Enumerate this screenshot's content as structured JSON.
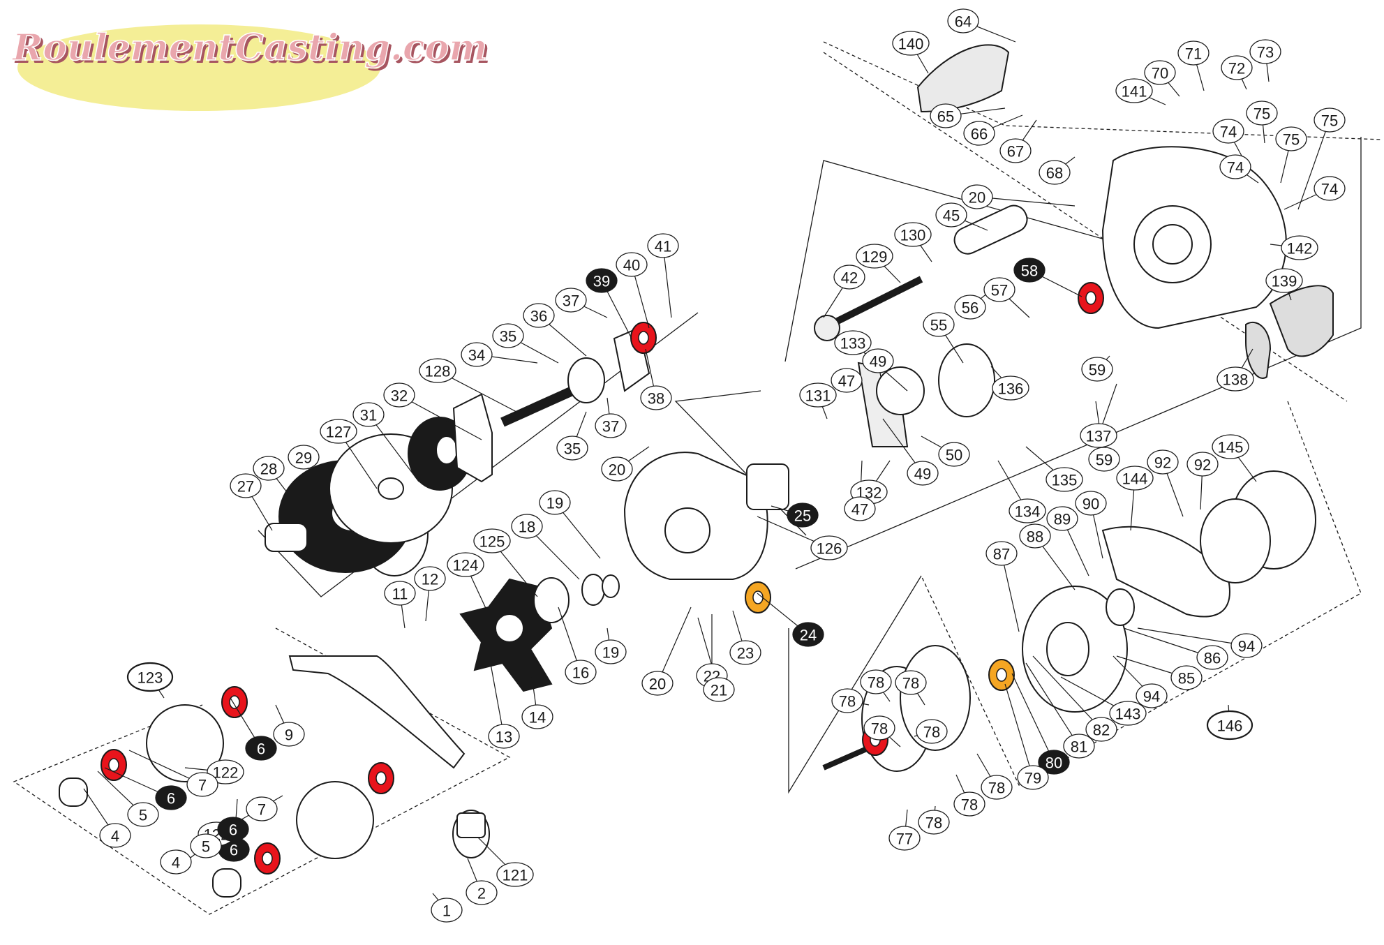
{
  "logo": {
    "text": "RoulementCasting.com",
    "fill_color": "#f4ee96",
    "text_color": "#e9a6ad",
    "shadow_color": "#a75560"
  },
  "colors": {
    "line": "#1a1a1a",
    "bearing_red": "#e8141c",
    "bearing_orange": "#f5a623",
    "highlight_bubble": "#1a1a1a",
    "bubble_fill": "#ffffff"
  },
  "callouts": [
    {
      "text": "64",
      "style": "normal"
    },
    {
      "text": "140",
      "style": "normal"
    },
    {
      "text": "71",
      "style": "normal"
    },
    {
      "text": "73",
      "style": "normal"
    },
    {
      "text": "70",
      "style": "normal"
    },
    {
      "text": "72",
      "style": "normal"
    },
    {
      "text": "141",
      "style": "normal"
    },
    {
      "text": "65",
      "style": "normal"
    },
    {
      "text": "66",
      "style": "normal"
    },
    {
      "text": "67",
      "style": "normal"
    },
    {
      "text": "68",
      "style": "normal"
    },
    {
      "text": "74",
      "style": "normal"
    },
    {
      "text": "75",
      "style": "normal"
    },
    {
      "text": "74",
      "style": "normal"
    },
    {
      "text": "75",
      "style": "normal"
    },
    {
      "text": "75",
      "style": "normal"
    },
    {
      "text": "74",
      "style": "normal"
    },
    {
      "text": "142",
      "style": "normal"
    },
    {
      "text": "20",
      "style": "normal"
    },
    {
      "text": "45",
      "style": "normal"
    },
    {
      "text": "130",
      "style": "normal"
    },
    {
      "text": "129",
      "style": "normal"
    },
    {
      "text": "42",
      "style": "normal"
    },
    {
      "text": "58",
      "style": "black"
    },
    {
      "text": "57",
      "style": "normal"
    },
    {
      "text": "56",
      "style": "normal"
    },
    {
      "text": "139",
      "style": "normal"
    },
    {
      "text": "138",
      "style": "normal"
    },
    {
      "text": "55",
      "style": "normal"
    },
    {
      "text": "133",
      "style": "normal"
    },
    {
      "text": "49",
      "style": "normal"
    },
    {
      "text": "47",
      "style": "normal"
    },
    {
      "text": "131",
      "style": "normal"
    },
    {
      "text": "136",
      "style": "normal"
    },
    {
      "text": "59",
      "style": "normal"
    },
    {
      "text": "137",
      "style": "normal"
    },
    {
      "text": "59",
      "style": "normal"
    },
    {
      "text": "49",
      "style": "normal"
    },
    {
      "text": "50",
      "style": "normal"
    },
    {
      "text": "132",
      "style": "normal"
    },
    {
      "text": "47",
      "style": "normal"
    },
    {
      "text": "134",
      "style": "normal"
    },
    {
      "text": "135",
      "style": "normal"
    },
    {
      "text": "41",
      "style": "normal"
    },
    {
      "text": "40",
      "style": "normal"
    },
    {
      "text": "39",
      "style": "black"
    },
    {
      "text": "37",
      "style": "normal"
    },
    {
      "text": "36",
      "style": "normal"
    },
    {
      "text": "35",
      "style": "normal"
    },
    {
      "text": "34",
      "style": "normal"
    },
    {
      "text": "38",
      "style": "normal"
    },
    {
      "text": "37",
      "style": "normal"
    },
    {
      "text": "35",
      "style": "normal"
    },
    {
      "text": "128",
      "style": "normal"
    },
    {
      "text": "32",
      "style": "normal"
    },
    {
      "text": "31",
      "style": "normal"
    },
    {
      "text": "127",
      "style": "normal"
    },
    {
      "text": "29",
      "style": "normal"
    },
    {
      "text": "28",
      "style": "normal"
    },
    {
      "text": "27",
      "style": "normal"
    },
    {
      "text": "20",
      "style": "normal"
    },
    {
      "text": "25",
      "style": "black"
    },
    {
      "text": "126",
      "style": "normal"
    },
    {
      "text": "19",
      "style": "normal"
    },
    {
      "text": "18",
      "style": "normal"
    },
    {
      "text": "125",
      "style": "normal"
    },
    {
      "text": "124",
      "style": "normal"
    },
    {
      "text": "12",
      "style": "normal"
    },
    {
      "text": "11",
      "style": "normal"
    },
    {
      "text": "16",
      "style": "normal"
    },
    {
      "text": "19",
      "style": "normal"
    },
    {
      "text": "20",
      "style": "normal"
    },
    {
      "text": "24",
      "style": "black"
    },
    {
      "text": "23",
      "style": "normal"
    },
    {
      "text": "22",
      "style": "normal"
    },
    {
      "text": "21",
      "style": "normal"
    },
    {
      "text": "14",
      "style": "normal"
    },
    {
      "text": "13",
      "style": "normal"
    },
    {
      "text": "123",
      "style": "large"
    },
    {
      "text": "6",
      "style": "black"
    },
    {
      "text": "9",
      "style": "normal"
    },
    {
      "text": "122",
      "style": "normal"
    },
    {
      "text": "7",
      "style": "normal"
    },
    {
      "text": "6",
      "style": "black"
    },
    {
      "text": "5",
      "style": "normal"
    },
    {
      "text": "4",
      "style": "normal"
    },
    {
      "text": "6",
      "style": "black"
    },
    {
      "text": "122",
      "style": "normal"
    },
    {
      "text": "7",
      "style": "normal"
    },
    {
      "text": "6",
      "style": "black"
    },
    {
      "text": "5",
      "style": "normal"
    },
    {
      "text": "4",
      "style": "normal"
    },
    {
      "text": "121",
      "style": "normal"
    },
    {
      "text": "2",
      "style": "normal"
    },
    {
      "text": "1",
      "style": "normal"
    },
    {
      "text": "145",
      "style": "normal"
    },
    {
      "text": "92",
      "style": "normal"
    },
    {
      "text": "92",
      "style": "normal"
    },
    {
      "text": "144",
      "style": "normal"
    },
    {
      "text": "90",
      "style": "normal"
    },
    {
      "text": "89",
      "style": "normal"
    },
    {
      "text": "88",
      "style": "normal"
    },
    {
      "text": "87",
      "style": "normal"
    },
    {
      "text": "94",
      "style": "normal"
    },
    {
      "text": "86",
      "style": "normal"
    },
    {
      "text": "85",
      "style": "normal"
    },
    {
      "text": "94",
      "style": "normal"
    },
    {
      "text": "143",
      "style": "normal"
    },
    {
      "text": "82",
      "style": "normal"
    },
    {
      "text": "81",
      "style": "normal"
    },
    {
      "text": "80",
      "style": "black"
    },
    {
      "text": "79",
      "style": "normal"
    },
    {
      "text": "146",
      "style": "large"
    },
    {
      "text": "78",
      "style": "normal"
    },
    {
      "text": "78",
      "style": "normal"
    },
    {
      "text": "78",
      "style": "normal"
    },
    {
      "text": "78",
      "style": "normal"
    },
    {
      "text": "78",
      "style": "normal"
    },
    {
      "text": "78",
      "style": "normal"
    },
    {
      "text": "78",
      "style": "normal"
    },
    {
      "text": "78",
      "style": "normal"
    },
    {
      "text": "77",
      "style": "normal"
    }
  ]
}
